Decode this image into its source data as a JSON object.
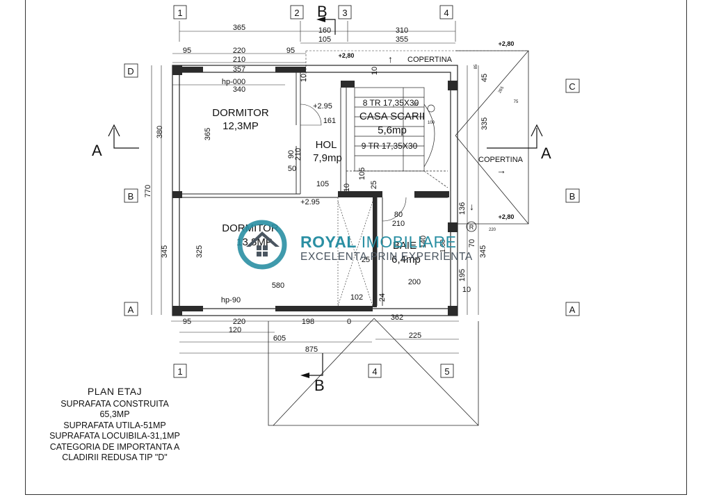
{
  "grid_axes": {
    "top": [
      "1",
      "2",
      "3",
      "4"
    ],
    "bottom": [
      "1",
      "4",
      "5"
    ],
    "left": [
      "D",
      "B",
      "A"
    ],
    "right": [
      "C",
      "B",
      "A"
    ]
  },
  "section_marks": {
    "b_top": "B",
    "b_bottom": "B",
    "a_left": "A",
    "a_right": "A"
  },
  "dimensions": {
    "top": [
      "365",
      "160",
      "310",
      "105",
      "355",
      "95",
      "220",
      "95",
      "210",
      "357",
      "340"
    ],
    "bottom": [
      "95",
      "220",
      "198",
      "0",
      "362",
      "120",
      "605",
      "225",
      "875"
    ],
    "left": [
      "380",
      "770",
      "345",
      "365",
      "325"
    ],
    "right": [
      "45",
      "335",
      "136",
      "140",
      "70",
      "345",
      "195",
      "10"
    ],
    "interior": [
      "10",
      "10",
      "161",
      "90",
      "210",
      "50",
      "105",
      "10",
      "105",
      "25",
      "80",
      "210",
      "200",
      "580",
      "102",
      "24",
      "25",
      "1.60"
    ],
    "small": [
      "85",
      "75",
      "265",
      "100",
      "25",
      "220"
    ]
  },
  "levels": {
    "roof_top": "+2,80",
    "roof_left": "+2,80",
    "roof_right": "+2,80",
    "floor_hall": "+2.95",
    "floor_lower": "+2.95"
  },
  "heights": {
    "top": "hp-000",
    "bottom": "hp-90"
  },
  "rooms": [
    {
      "name": "DORMITOR",
      "area": "12,3MP"
    },
    {
      "name": "HOL",
      "area": "7,9mp"
    },
    {
      "name": "CASA SCARII",
      "area": "5,6mp"
    },
    {
      "name": "DORMITOR",
      "area": "13,8MP"
    },
    {
      "name": "BAIE",
      "area": "6,4mp"
    }
  ],
  "stairs": {
    "upper": "8 TR 17,35X30",
    "lower": "9 TR 17,35X30"
  },
  "canopies": {
    "top": "COPERTINA",
    "right": "COPERTINA"
  },
  "symbols": {
    "up_arrow": "↑",
    "down_arrow": "↓",
    "right_arrow": "→",
    "registered": "R"
  },
  "caption": {
    "title": "PLAN  ETAJ",
    "lines": [
      "SUPRAFATA CONSTRUITA",
      "65,3MP",
      "SUPRAFATA UTILA-51MP",
      "SUPRAFATA  LOCUIBILA-31,1MP",
      "CATEGORIA DE IMPORTANTA A",
      "CLADIRII REDUSA TIP \"D\""
    ]
  },
  "watermark": {
    "brand_bold": "ROYAL",
    "brand_rest": " IMOBILIARE",
    "slogan": "EXCELENTA PRIN EXPERIENTA"
  },
  "colors": {
    "ink": "#111111",
    "wall": "#2b2b2b",
    "teal": "#2a8fa3",
    "slate": "#4a5560"
  }
}
